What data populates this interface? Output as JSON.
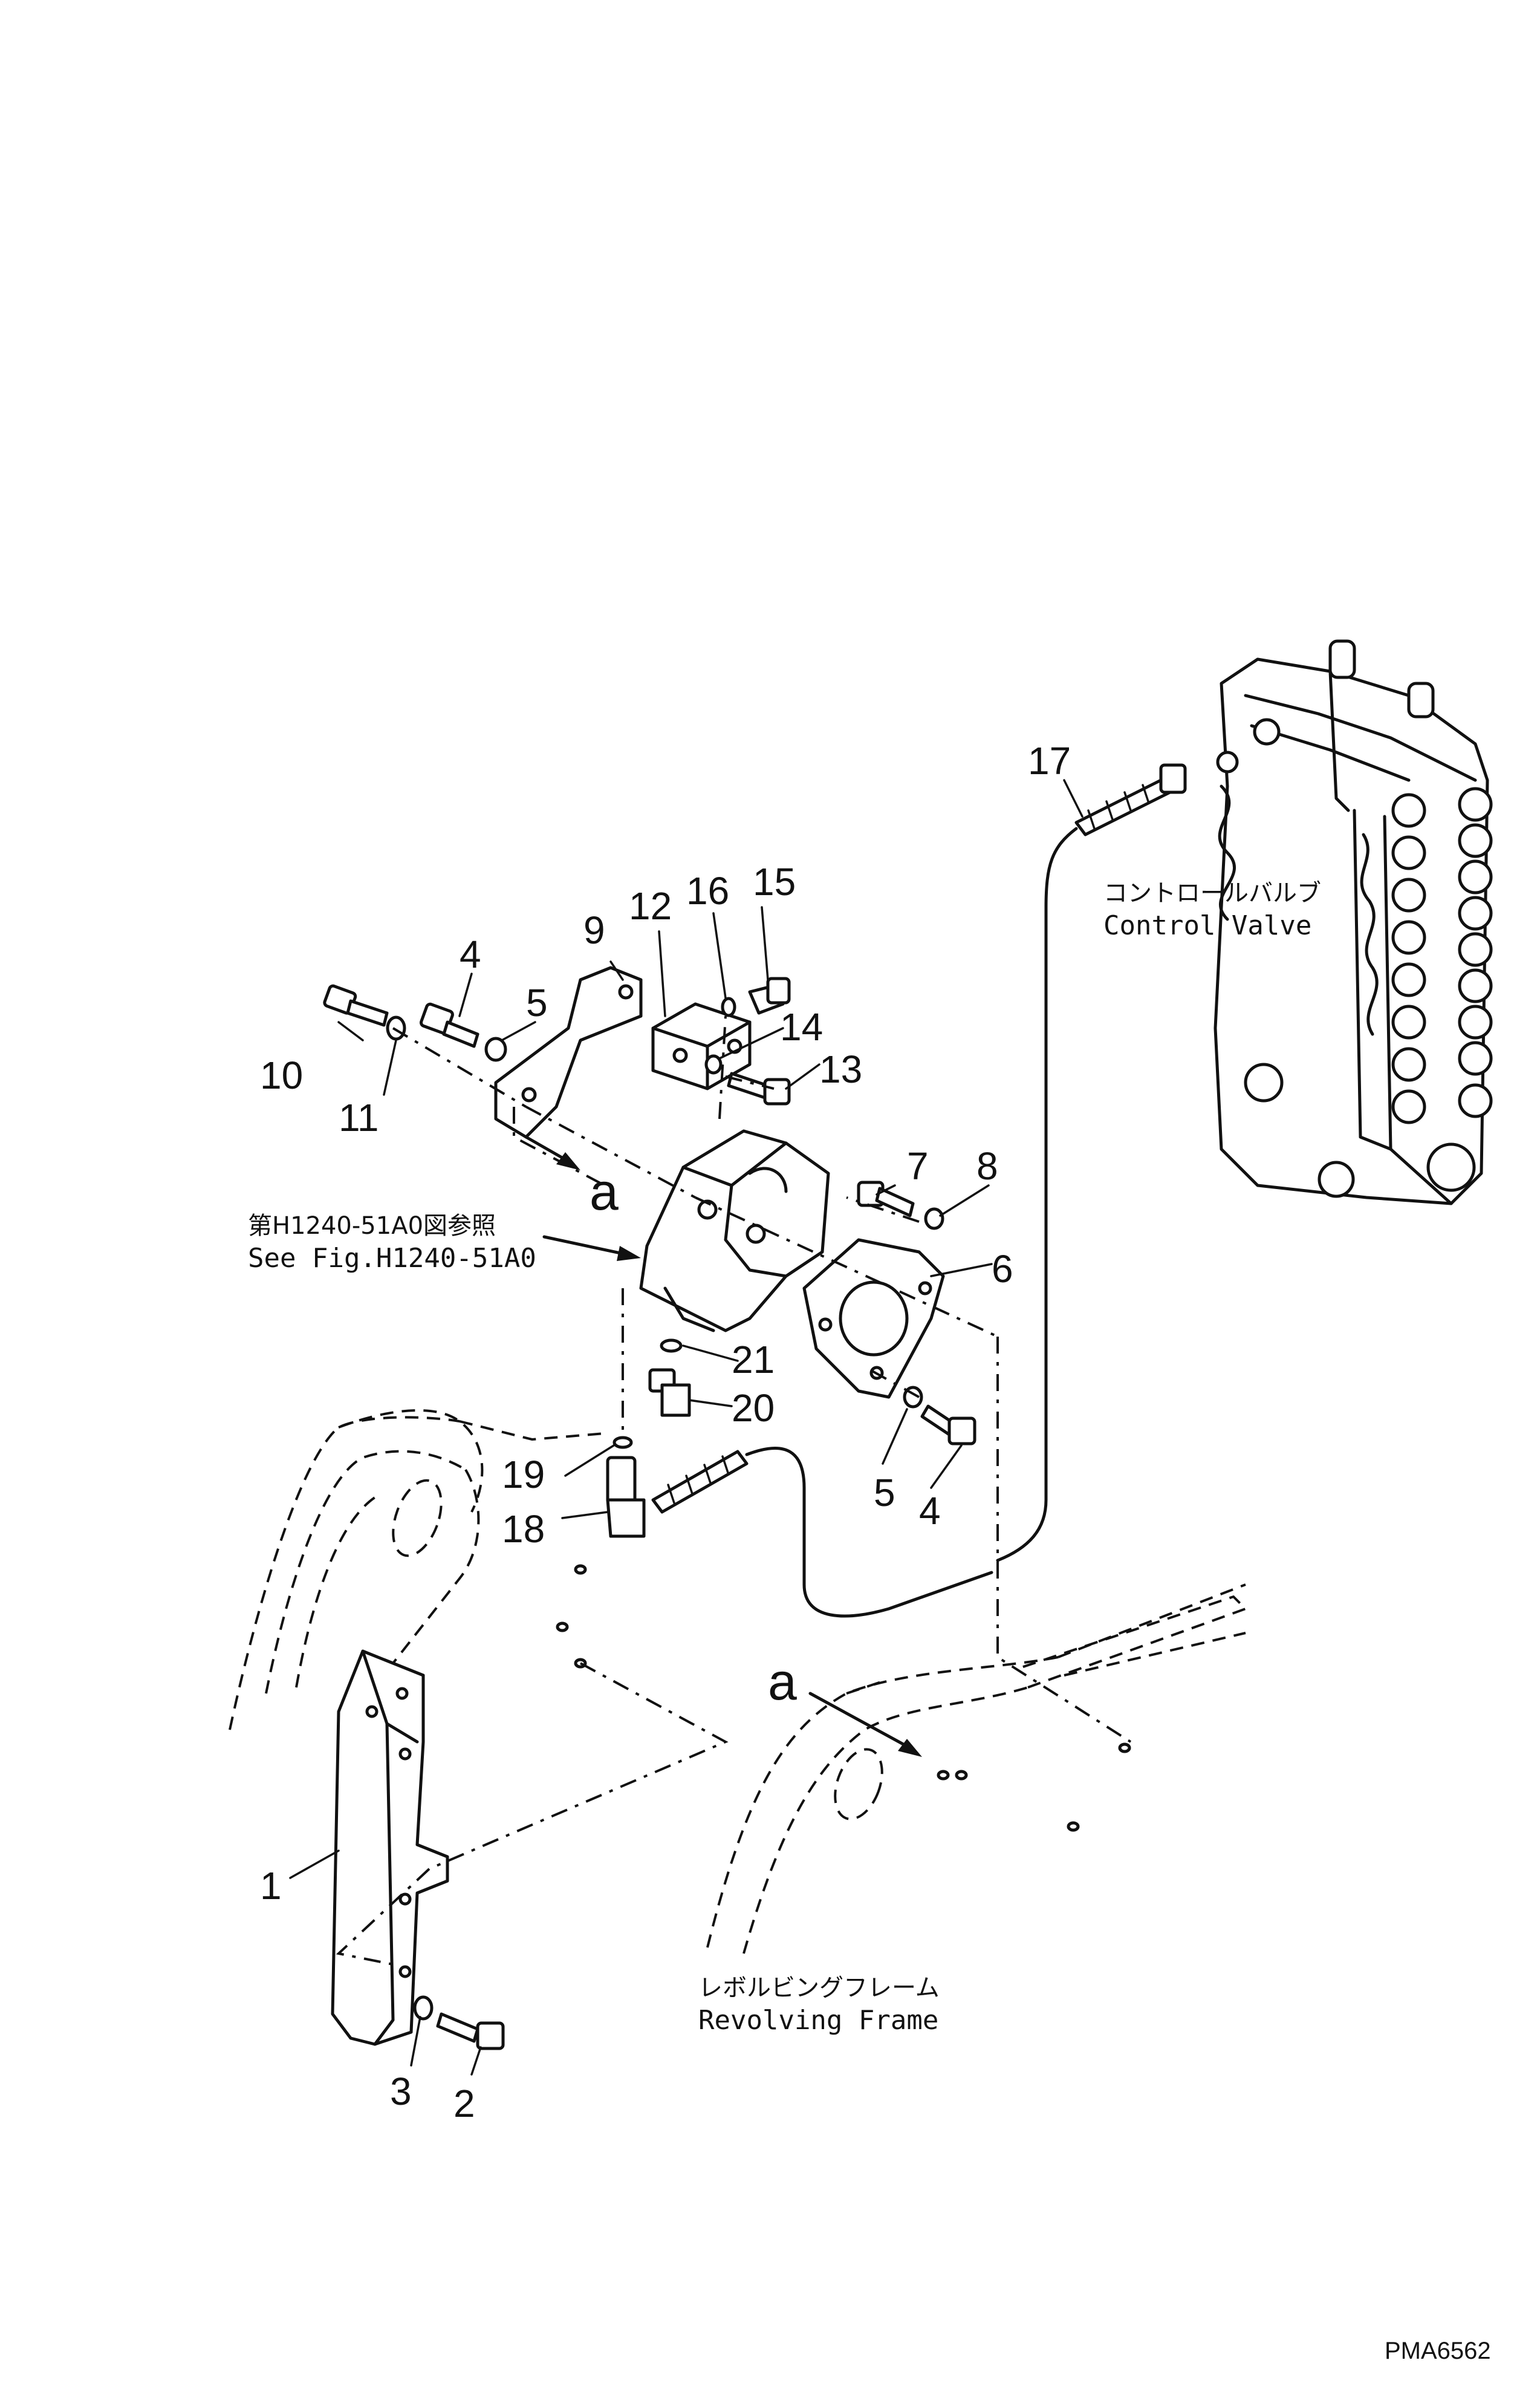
{
  "callouts": [
    "1",
    "2",
    "3",
    "4",
    "4",
    "5",
    "5",
    "6",
    "7",
    "8",
    "9",
    "10",
    "11",
    "12",
    "13",
    "14",
    "15",
    "16",
    "17",
    "18",
    "19",
    "20",
    "21"
  ],
  "ref_letter": "a",
  "ref_letter_2": "a",
  "see_fig_jp": "第H1240-51A0図参照",
  "see_fig_en": "See Fig.H1240-51A0",
  "control_valve_jp": "コントロールバルブ",
  "control_valve_en": "Control Valve",
  "revolving_frame_jp": "レボルビングフレーム",
  "revolving_frame_en": "Revolving Frame",
  "drawing_code": "PMA6562"
}
